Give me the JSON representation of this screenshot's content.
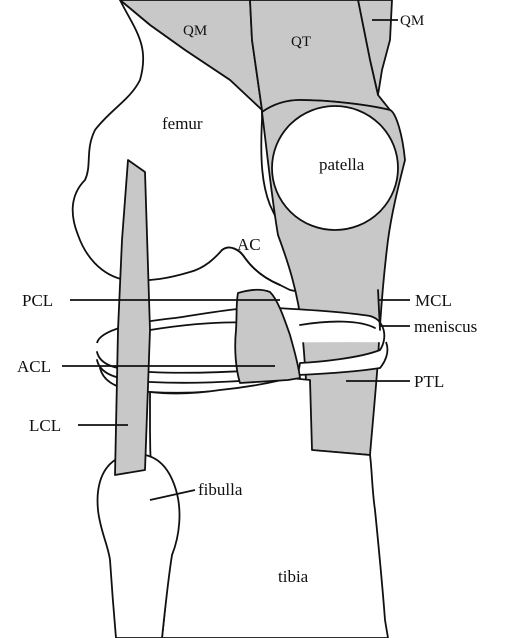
{
  "labels": {
    "qm_left": "QM",
    "qt": "QT",
    "qm_right": "QM",
    "femur": "femur",
    "patella": "patella",
    "ac": "AC",
    "pcl": "PCL",
    "mcl": "MCL",
    "meniscus": "meniscus",
    "acl": "ACL",
    "ptl": "PTL",
    "lcl": "LCL",
    "fibulla": "fibulla",
    "tibia": "tibia"
  },
  "colors": {
    "ligament_fill": "#c8c8c8",
    "bone_fill": "#ffffff",
    "line": "#111111"
  }
}
